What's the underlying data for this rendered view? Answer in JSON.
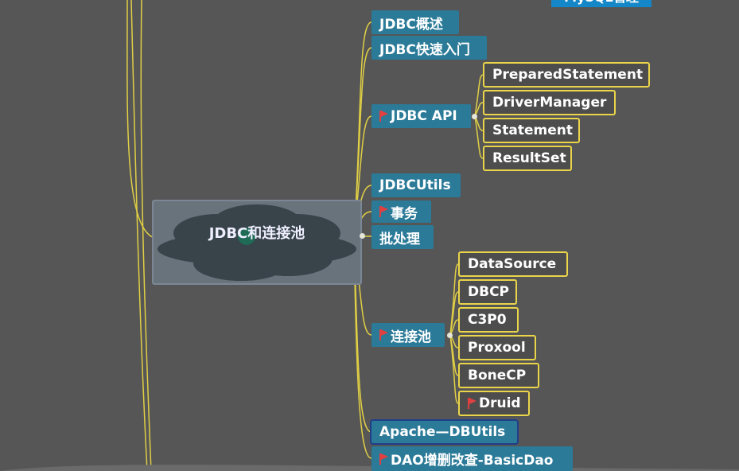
{
  "top_node": {
    "label": "MySQL管理"
  },
  "central": {
    "label": "JDBC和连接池"
  },
  "branches": [
    {
      "label": "JDBC概述",
      "flag": false
    },
    {
      "label": "JDBC快速入门",
      "flag": false
    },
    {
      "label": "JDBC API",
      "flag": true,
      "children": [
        "PreparedStatement",
        "DriverManager",
        "Statement",
        "ResultSet"
      ]
    },
    {
      "label": "JDBCUtils",
      "flag": false
    },
    {
      "label": "事务",
      "flag": true
    },
    {
      "label": "批处理",
      "flag": false
    },
    {
      "label": "连接池",
      "flag": true,
      "children": [
        "DataSource",
        "DBCP",
        "C3P0",
        "Proxool",
        "BoneCP",
        "Druid"
      ]
    },
    {
      "label": "Apache—DBUtils",
      "flag": false
    },
    {
      "label": "DAO增删改查-BasicDao",
      "flag": true
    }
  ],
  "colors": {
    "background": "#565656",
    "branch": "#2b7a98",
    "leaf_border": "#e9d44a",
    "line": "#e9d44a",
    "flag": "#e04040"
  }
}
